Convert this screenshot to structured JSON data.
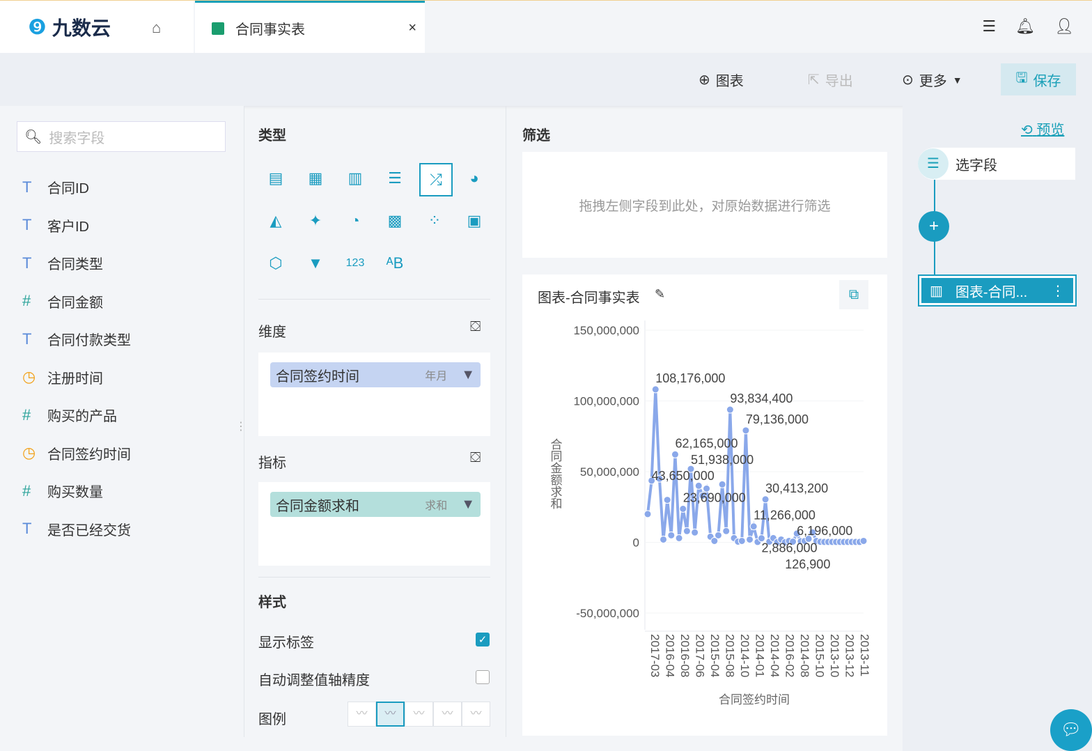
{
  "app": {
    "logo": "九数云",
    "tab_title": "合同事实表",
    "close": "×"
  },
  "toolbar": {
    "chart": "图表",
    "export": "导出",
    "more": "更多",
    "save": "保存"
  },
  "fields": {
    "search_placeholder": "搜索字段",
    "items": [
      {
        "type": "T",
        "name": "合同ID"
      },
      {
        "type": "T",
        "name": "客户ID"
      },
      {
        "type": "T",
        "name": "合同类型"
      },
      {
        "type": "#",
        "name": "合同金额"
      },
      {
        "type": "T",
        "name": "合同付款类型"
      },
      {
        "type": "◷",
        "name": "注册时间"
      },
      {
        "type": "#",
        "name": "购买的产品"
      },
      {
        "type": "◷",
        "name": "合同签约时间"
      },
      {
        "type": "#",
        "name": "购买数量"
      },
      {
        "type": "T",
        "name": "是否已经交货"
      }
    ]
  },
  "config": {
    "type_label": "类型",
    "dimension_label": "维度",
    "dimension_pill": "合同签约时间",
    "dimension_agg": "年月",
    "metric_label": "指标",
    "metric_pill": "合同金额求和",
    "metric_agg": "求和",
    "style_label": "样式",
    "show_label": "显示标签",
    "show_label_checked": true,
    "auto_axis": "自动调整值轴精度",
    "auto_axis_checked": false,
    "legend": "图例",
    "chart_types": [
      "table",
      "cross-table",
      "column",
      "bar",
      "line",
      "pie",
      "area",
      "map",
      "gauge",
      "combo",
      "scatter",
      "treemap",
      "radar",
      "funnel",
      "number-123",
      "word-cloud"
    ],
    "selected_type": "line"
  },
  "filter": {
    "title": "筛选",
    "hint": "拖拽左侧字段到此处，对原始数据进行筛选"
  },
  "flow": {
    "preview": "预览",
    "select_fields": "选字段",
    "add": "+",
    "chart_node": "图表-合同..."
  },
  "colors": {
    "accent": "#1a9cc0",
    "series": "#8aa8ea"
  },
  "chart_data": {
    "type": "line",
    "title": "图表-合同事实表",
    "xlabel": "合同签约时间",
    "ylabel": "合同金额求和",
    "ylim": [
      -50000000,
      150000000
    ],
    "yticks": [
      "150,000,000",
      "100,000,000",
      "50,000,000",
      "0",
      "-50,000,000"
    ],
    "xticks": [
      "2017-03",
      "2016-04",
      "2016-08",
      "2017-06",
      "2015-04",
      "2015-08",
      "2014-10",
      "2014-01",
      "2014-04",
      "2016-02",
      "2014-08",
      "2015-10",
      "2013-10",
      "2013-12",
      "2013-11"
    ],
    "values": [
      20000000,
      43650000,
      108176000,
      45000000,
      2000000,
      30000000,
      5000000,
      62165000,
      3000000,
      23690000,
      8000000,
      51938000,
      7000000,
      40000000,
      33000000,
      38000000,
      4000000,
      1000000,
      5000000,
      41000000,
      8000000,
      93834400,
      3000000,
      500000,
      1000000,
      79136000,
      2000000,
      11266000,
      300000,
      2886000,
      30413200,
      500000,
      3000000,
      200000,
      2000000,
      126900,
      1000000,
      500000,
      6196000,
      800000,
      1000000,
      2500000,
      7000000,
      1000000,
      400000,
      300000,
      300000,
      300000,
      300000,
      300000,
      300000,
      300000,
      300000,
      300000,
      300000,
      1000000
    ],
    "labels": [
      {
        "i": 2,
        "text": "108,176,000"
      },
      {
        "i": 21,
        "text": "93,834,400"
      },
      {
        "i": 25,
        "text": "79,136,000"
      },
      {
        "i": 7,
        "text": "62,165,000"
      },
      {
        "i": 11,
        "text": "51,938,000"
      },
      {
        "i": 1,
        "text": "43,650,000"
      },
      {
        "i": 30,
        "text": "30,413,200"
      },
      {
        "i": 9,
        "text": "23,690,000"
      },
      {
        "i": 27,
        "text": "11,266,000"
      },
      {
        "i": 38,
        "text": "6,196,000"
      },
      {
        "i": 29,
        "text": "2,886,000"
      },
      {
        "i": 35,
        "text": "126,900"
      }
    ]
  }
}
